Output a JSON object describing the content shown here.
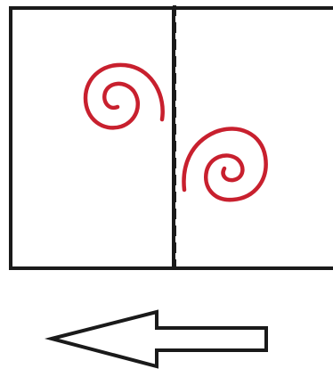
{
  "diagram": {
    "colors": {
      "frame": "#1a1a1a",
      "fold_line": "#1a1a1a",
      "swirl": "#c8202e",
      "arrow_outline": "#1a1a1a",
      "arrow_fill": "#ffffff"
    },
    "panels": [
      {
        "name": "left-panel",
        "motif": "spiral"
      },
      {
        "name": "right-panel",
        "motif": "spiral"
      }
    ],
    "fold_line_style": "dashed",
    "arrow_direction": "left"
  }
}
